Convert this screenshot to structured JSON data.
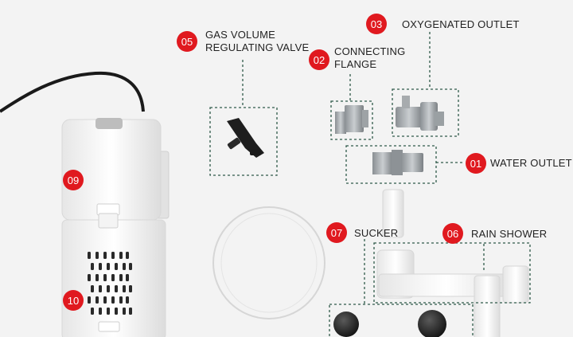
{
  "colors": {
    "background": "#f3f3f3",
    "badge": "#e0191f",
    "label_text": "#222222",
    "leader_lines": "#2f5a4a",
    "parts": "#ffffff"
  },
  "callouts": {
    "gas_valve": {
      "number": "05",
      "label_line1": "GAS VOLUME",
      "label_line2": "REGULATING VALVE"
    },
    "connecting_flange": {
      "number": "02",
      "label_line1": "CONNECTING",
      "label_line2": "FLANGE"
    },
    "oxygenated_outlet": {
      "number": "03",
      "label": "OXYGENATED OUTLET"
    },
    "water_outlet": {
      "number": "01",
      "label": "WATER OUTLET"
    },
    "sucker": {
      "number": "07",
      "label": "SUCKER"
    },
    "rain_shower": {
      "number": "06",
      "label": "RAIN SHOWER"
    },
    "filter_cover": {
      "number": "09"
    },
    "intake_grille": {
      "number": "10"
    }
  }
}
